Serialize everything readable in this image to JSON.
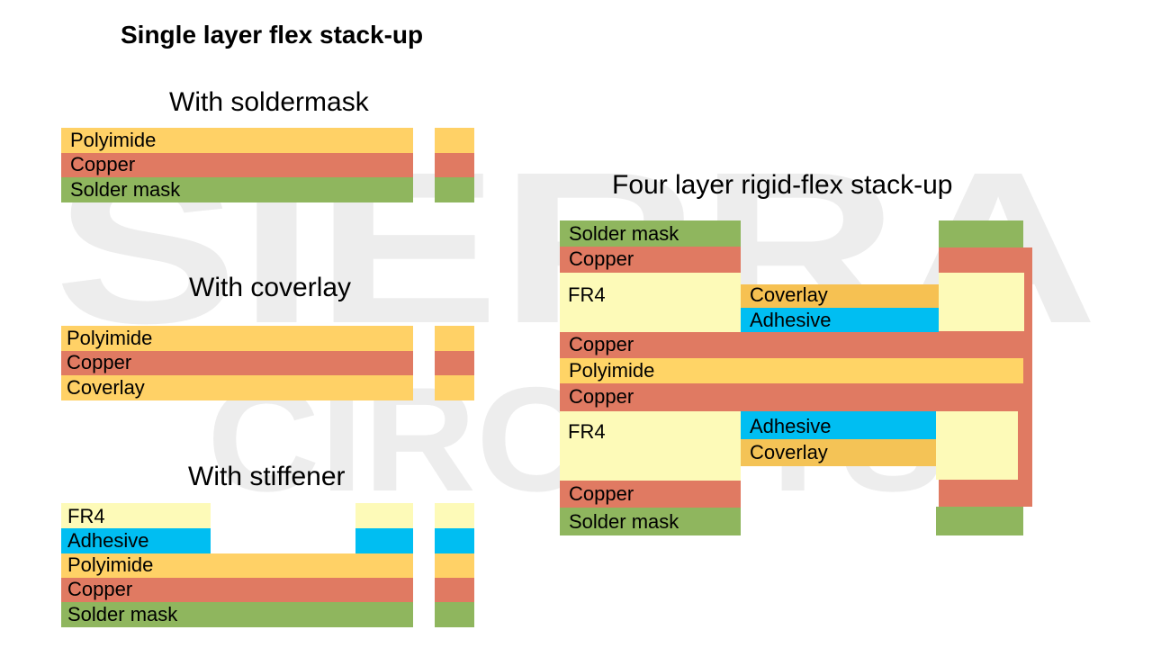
{
  "titles": {
    "main": "Single layer flex stack-up",
    "soldermask": "With soldermask",
    "coverlay": "With coverlay",
    "stiffener": "With stiffener",
    "four_layer": "Four layer rigid-flex stack-up"
  },
  "watermark": {
    "line1": "SIERRA",
    "line2": "CIRCUITS"
  },
  "soldermask_stack": [
    "Polyimide",
    "Copper",
    "Solder mask"
  ],
  "coverlay_stack": [
    "Polyimide",
    "Copper",
    "Coverlay"
  ],
  "stiffener_stack": [
    "FR4",
    "Adhesive",
    "Polyimide",
    "Copper",
    "Solder mask"
  ],
  "four_layer": {
    "left": [
      "Solder mask",
      "Copper",
      "FR4",
      "Copper",
      "Polyimide",
      "Copper",
      "FR4",
      "Copper",
      "Solder mask"
    ],
    "middle_top": [
      "Coverlay",
      "Adhesive"
    ],
    "middle_bottom": [
      "Adhesive",
      "Coverlay"
    ]
  },
  "colors": {
    "polyimide": "#FFD166",
    "copper": "#E07A62",
    "solder_mask": "#8FB65E",
    "fr4": "#FDFAB8",
    "adhesive": "#00BEF2",
    "coverlay": "#F6C152",
    "watermark": "#EDEDED"
  }
}
